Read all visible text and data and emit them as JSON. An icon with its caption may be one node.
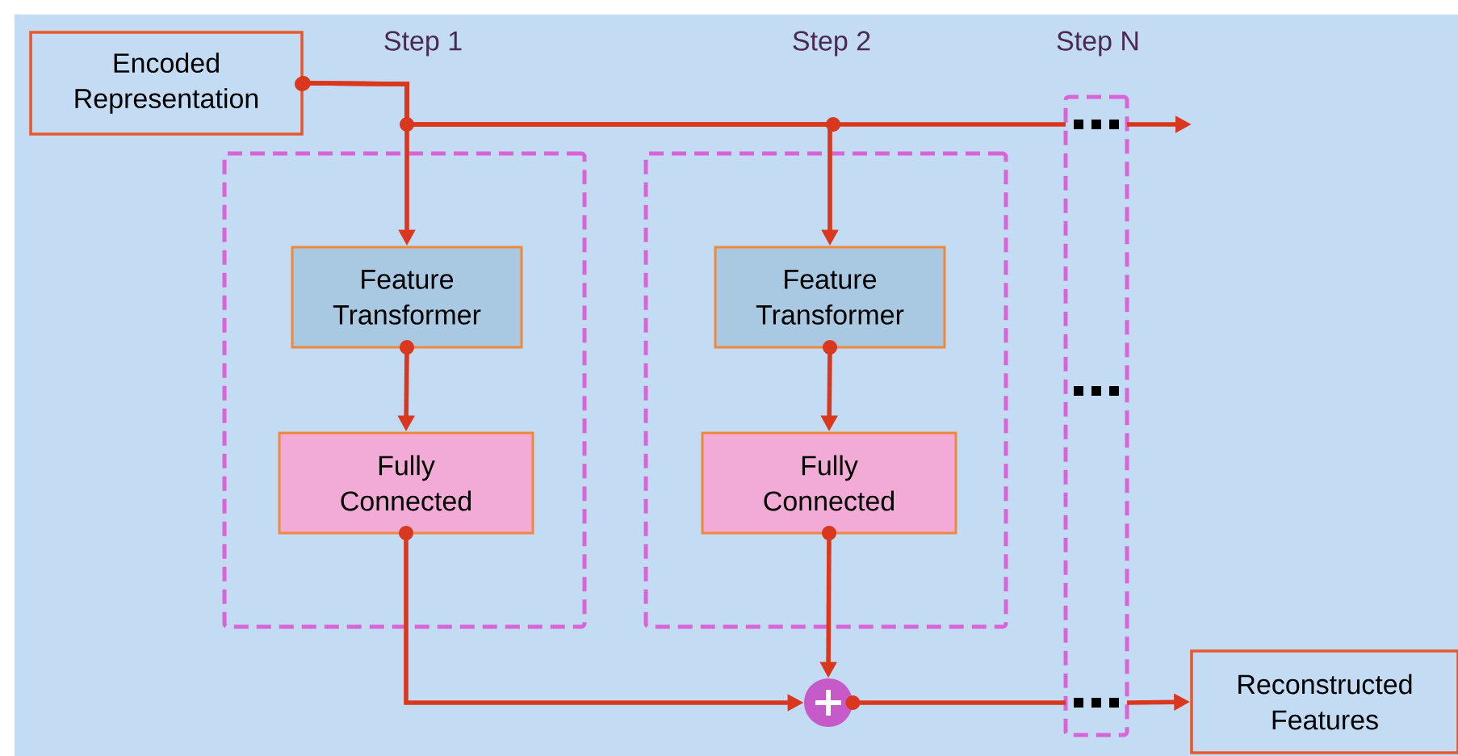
{
  "diagram": {
    "nodes": [
      {
        "text": [
          "Encoded Representation"
        ]
      },
      {
        "text": [],
        "shape": "box"
      },
      {
        "text": [
          "Feature Transformer"
        ],
        "in": 1
      },
      {
        "text": [
          "Fully Connected"
        ],
        "in": 1
      },
      {
        "text": [],
        "shape": "box"
      },
      {
        "text": [
          "Feature Transformer"
        ],
        "in": 4
      },
      {
        "text": [
          "Fully Connected"
        ],
        "in": 4
      },
      {
        "text": [],
        "shape": "box"
      },
      {
        "text": [],
        "shape": "circle"
      },
      {
        "text": [
          "Reconstructed Features"
        ]
      }
    ],
    "edges": [
      {
        "from": 0,
        "to": 2,
        "arrow": "to"
      },
      {
        "from": 0,
        "to": 5,
        "arrow": "to"
      },
      {
        "from": 0,
        "to": 7,
        "arrow": "other"
      },
      {
        "from": 7,
        "to": null,
        "arrow": "to"
      },
      {
        "from": 2,
        "to": 3,
        "arrow": "to"
      },
      {
        "from": 5,
        "to": 6,
        "arrow": "to"
      },
      {
        "from": 3,
        "to": 8,
        "arrow": "to"
      },
      {
        "from": 6,
        "to": 8,
        "arrow": "to"
      },
      {
        "from": 8,
        "to": 7,
        "arrow": "other"
      },
      {
        "from": 7,
        "to": 9,
        "arrow": "to"
      }
    ],
    "labels": [
      "Step 1",
      "Step 2",
      "Step N"
    ]
  }
}
